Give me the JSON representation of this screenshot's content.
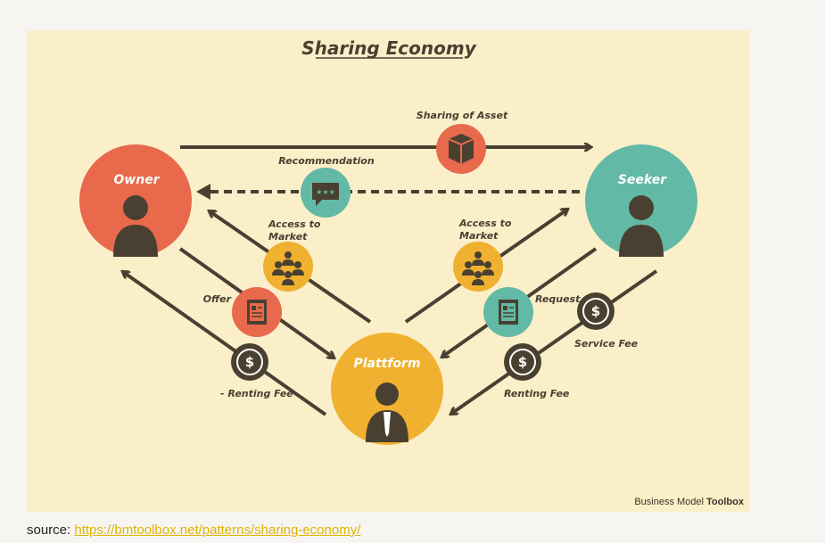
{
  "diagram": {
    "title": "Sharing Economy",
    "nodes": {
      "owner": "Owner",
      "seeker": "Seeker",
      "platform": "Plattform"
    },
    "flows": {
      "sharing_of_asset": "Sharing of Asset",
      "recommendation": "Recommendation",
      "access_left_1": "Access to",
      "access_left_2": "Market",
      "access_right_1": "Access to",
      "access_right_2": "Market",
      "offer": "Offer",
      "request": "Request",
      "renting_fee_left": "- Renting Fee",
      "renting_fee_right": "Renting Fee",
      "service_fee": "Service Fee"
    },
    "brand_regular": "Business Model ",
    "brand_bold": "Toolbox",
    "colors": {
      "background": "#fbefc9",
      "owner": "#e8694c",
      "seeker": "#62b9a6",
      "platform": "#efb12f",
      "line": "#4a4031"
    }
  },
  "source": {
    "label": "source: ",
    "link": "https://bmtoolbox.net/patterns/sharing-economy/"
  }
}
